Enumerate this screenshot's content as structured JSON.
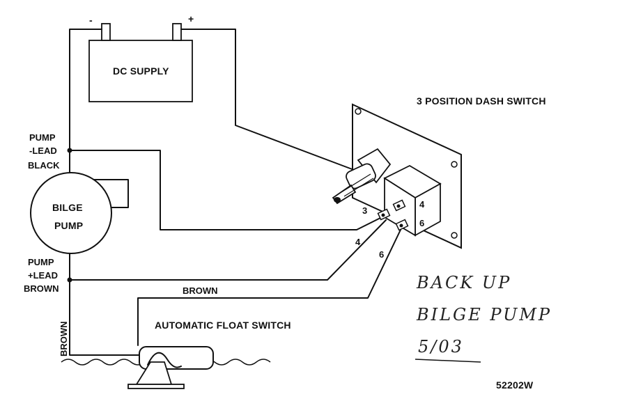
{
  "supply": {
    "label": "DC SUPPLY",
    "neg": "-",
    "pos": "+"
  },
  "pump": {
    "label_line1": "BILGE",
    "label_line2": "PUMP",
    "neg_lead": [
      "PUMP",
      "-LEAD",
      "BLACK"
    ],
    "pos_lead": [
      "PUMP",
      "+LEAD",
      "BROWN"
    ]
  },
  "switch": {
    "title": "3 POSITION DASH SWITCH",
    "terminals": {
      "t3": "3",
      "t4": "4",
      "t6": "6"
    },
    "side_terminals": {
      "t4": "4",
      "t6": "6"
    }
  },
  "wires": {
    "brown_label": "BROWN",
    "brown_vertical": "BROWN"
  },
  "float": {
    "label": "AUTOMATIC FLOAT SWITCH"
  },
  "note": {
    "line1": "BACK UP",
    "line2": "BILGE PUMP",
    "line3": "5/03"
  },
  "part_number": "52202W"
}
